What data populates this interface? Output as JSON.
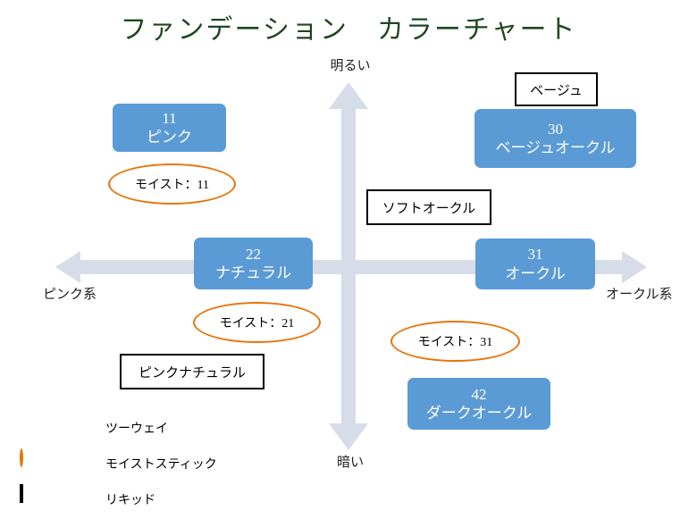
{
  "chart": {
    "title": "ファンデーション　カラーチャート",
    "axes": {
      "top_label": "明るい",
      "bottom_label": "暗い",
      "left_label": "ピンク系",
      "right_label": "オークル系",
      "arrow_color": "#D6DCE8"
    }
  },
  "products": {
    "two_way": [
      {
        "code": "11",
        "name": "ピンク"
      },
      {
        "code": "30",
        "name": "ベージュオークル"
      },
      {
        "code": "22",
        "name": "ナチュラル"
      },
      {
        "code": "31",
        "name": "オークル"
      },
      {
        "code": "42",
        "name": "ダークオークル"
      }
    ],
    "moist_stick": [
      {
        "label": "モイスト：11"
      },
      {
        "label": "モイスト：21"
      },
      {
        "label": "モイスト：31"
      }
    ],
    "liquid": [
      {
        "name": "ベージュ"
      },
      {
        "name": "ソフトオークル"
      },
      {
        "name": "ピンクナチュラル"
      }
    ]
  },
  "legend": {
    "items": [
      {
        "label": "ツーウェイ",
        "swatch": "blue-rounded-rect",
        "color": "#5B9BD5"
      },
      {
        "label": "モイストスティック",
        "swatch": "orange-ellipse",
        "color": "#E8740C"
      },
      {
        "label": "リキッド",
        "swatch": "black-outline-rect",
        "color": "#000000"
      }
    ]
  },
  "chart_data": {
    "type": "scatter",
    "title": "ファンデーション　カラーチャート",
    "xlabel": "ピンク系 ↔ オークル系",
    "ylabel": "暗い ↔ 明るい",
    "x_axis_left": "ピンク系",
    "x_axis_right": "オークル系",
    "y_axis_top": "明るい",
    "y_axis_bottom": "暗い",
    "grid": false,
    "legend_position": "bottom-left",
    "series": [
      {
        "name": "ツーウェイ",
        "color": "#5B9BD5",
        "points": [
          {
            "label": "11 ピンク",
            "x": -1.9,
            "y": 1.6
          },
          {
            "label": "22 ナチュラル",
            "x": -0.6,
            "y": 0.0
          },
          {
            "label": "30 ベージュオークル",
            "x": 1.6,
            "y": 1.4
          },
          {
            "label": "31 オークル",
            "x": 1.4,
            "y": 0.0
          },
          {
            "label": "42 ダークオークル",
            "x": 0.9,
            "y": -1.4
          }
        ]
      },
      {
        "name": "モイストスティック",
        "color": "#E8740C",
        "points": [
          {
            "label": "モイスト：11",
            "x": -1.6,
            "y": 0.9
          },
          {
            "label": "モイスト：21",
            "x": -0.6,
            "y": -0.6
          },
          {
            "label": "モイスト：31",
            "x": 0.6,
            "y": -0.8
          }
        ]
      },
      {
        "name": "リキッド",
        "color": "#000000",
        "points": [
          {
            "label": "ベージュ",
            "x": 1.7,
            "y": 2.0
          },
          {
            "label": "ソフトオークル",
            "x": 0.3,
            "y": 0.6
          },
          {
            "label": "ピンクナチュラル",
            "x": -1.3,
            "y": -1.1
          }
        ]
      }
    ]
  }
}
